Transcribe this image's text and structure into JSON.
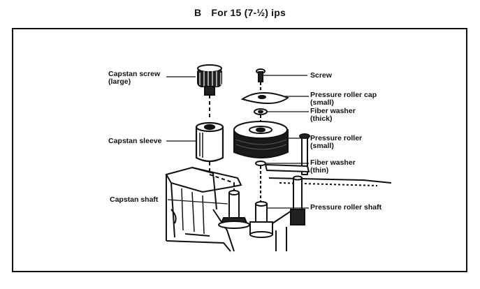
{
  "header": {
    "letter": "B",
    "caption": "For 15 (7-½) ips"
  },
  "labels": {
    "capstan_screw_line1": "Capstan screw",
    "capstan_screw_line2": "(large)",
    "capstan_sleeve": "Capstan sleeve",
    "capstan_shaft": "Capstan shaft",
    "screw": "Screw",
    "pressure_roller_cap_line1": "Pressure roller cap",
    "pressure_roller_cap_line2": "(small)",
    "fiber_washer_thick_line1": "Fiber washer",
    "fiber_washer_thick_line2": "(thick)",
    "pressure_roller_line1": "Pressure roller",
    "pressure_roller_line2": "(small)",
    "fiber_washer_thin_line1": "Fiber washer",
    "fiber_washer_thin_line2": "(thin)",
    "pressure_roller_shaft": "Pressure roller shaft"
  }
}
